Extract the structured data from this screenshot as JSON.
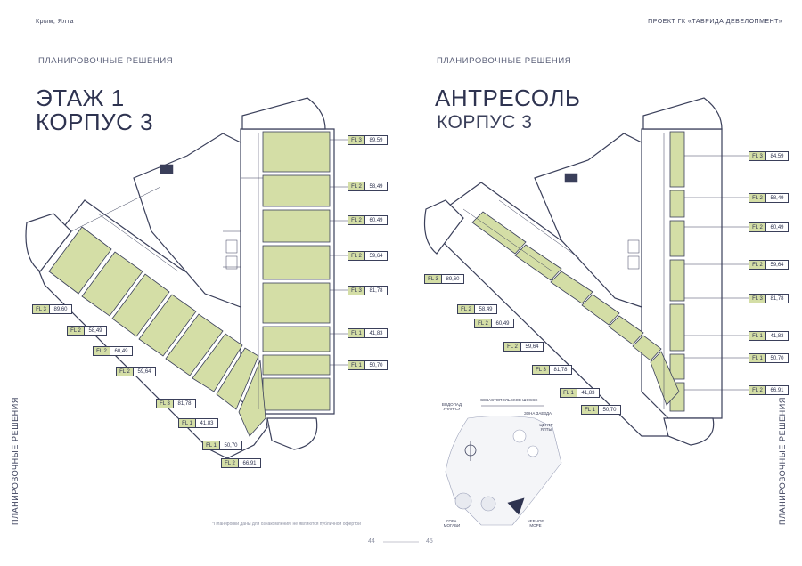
{
  "header": {
    "left": "Крым, Ялта",
    "right": "ПРОЕКТ ГК «ТАВРИДА ДЕВЕЛОПМЕНТ»"
  },
  "left_page": {
    "kicker": "ПЛАНИРОВОЧНЫЕ РЕШЕНИЯ",
    "title_line1": "ЭТАЖ 1",
    "title_line2": "КОРПУС 3",
    "side_label": "ПЛАНИРОВОЧНЫЕ РЕШЕНИЯ",
    "footnote": "*Планировки даны для ознакомления, не являются публичной офертой",
    "page_number": "44",
    "tags_right": [
      {
        "code": "FL 3",
        "area": "89,59"
      },
      {
        "code": "FL 2",
        "area": "58,49"
      },
      {
        "code": "FL 2",
        "area": "60,49"
      },
      {
        "code": "FL 2",
        "area": "59,64"
      },
      {
        "code": "FL 3",
        "area": "81,78"
      },
      {
        "code": "FL 1",
        "area": "41,83"
      },
      {
        "code": "FL 1",
        "area": "50,70"
      }
    ],
    "tags_diag": [
      {
        "code": "FL 3",
        "area": "89,60"
      },
      {
        "code": "FL 2",
        "area": "58,49"
      },
      {
        "code": "FL 2",
        "area": "60,49"
      },
      {
        "code": "FL 2",
        "area": "59,64"
      },
      {
        "code": "FL 3",
        "area": "81,78"
      },
      {
        "code": "FL 1",
        "area": "41,83"
      },
      {
        "code": "FL 1",
        "area": "50,70"
      },
      {
        "code": "FL 2",
        "area": "66,91"
      }
    ]
  },
  "right_page": {
    "kicker": "ПЛАНИРОВОЧНЫЕ РЕШЕНИЯ",
    "title_line1": "АНТРЕСОЛЬ",
    "title_line2": "КОРПУС 3",
    "side_label": "ПЛАНИРОВОЧНЫЕ РЕШЕНИЯ",
    "page_number": "45",
    "tags_right": [
      {
        "code": "FL 3",
        "area": "84,59"
      },
      {
        "code": "FL 2",
        "area": "58,49"
      },
      {
        "code": "FL 2",
        "area": "60,49"
      },
      {
        "code": "FL 2",
        "area": "59,64"
      },
      {
        "code": "FL 3",
        "area": "81,78"
      },
      {
        "code": "FL 1",
        "area": "41,83"
      },
      {
        "code": "FL 1",
        "area": "50,70"
      },
      {
        "code": "FL 2",
        "area": "66,91"
      }
    ],
    "tags_diag": [
      {
        "code": "FL 3",
        "area": "89,60"
      },
      {
        "code": "FL 2",
        "area": "58,49"
      },
      {
        "code": "FL 2",
        "area": "60,49"
      },
      {
        "code": "FL 2",
        "area": "59,64"
      },
      {
        "code": "FL 3",
        "area": "81,78"
      },
      {
        "code": "FL 1",
        "area": "41,83"
      },
      {
        "code": "FL 1",
        "area": "50,70"
      }
    ],
    "map": {
      "road": "СЕВАСТОПОЛЬСКОЕ ШОССЕ",
      "waterfall": "ВОДОПАД УЧАН-СУ",
      "entry": "ЗОНА ЗАЕЗДА",
      "center": "ЦЕНТР ЯЛТЫ",
      "mountain": "ГОРА МОГАБИ",
      "sea": "ЧЕРНОЕ МОРЕ"
    }
  },
  "colors": {
    "unit_fill": "#d4dea6",
    "ink": "#3a3f5a"
  }
}
